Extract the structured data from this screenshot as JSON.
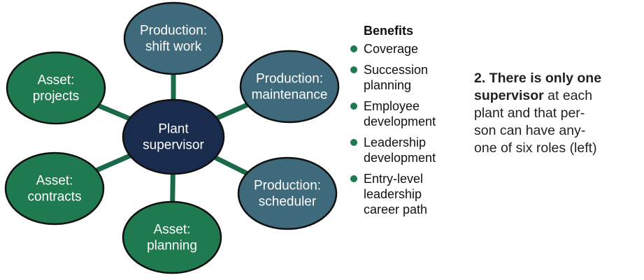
{
  "diagram": {
    "center": "Plant\nsupervisor",
    "roles": [
      {
        "id": "production-shift-work",
        "text": "Production:\nshift work",
        "color": "#3f6a7c"
      },
      {
        "id": "production-maintenance",
        "text": "Production:\nmaintenance",
        "color": "#3f6a7c"
      },
      {
        "id": "production-scheduler",
        "text": "Production:\nscheduler",
        "color": "#3f6a7c"
      },
      {
        "id": "asset-planning",
        "text": "Asset:\nplanning",
        "color": "#1f7a4f"
      },
      {
        "id": "asset-contracts",
        "text": "Asset:\ncontracts",
        "color": "#1f7a4f"
      },
      {
        "id": "asset-projects",
        "text": "Asset:\nprojects",
        "color": "#1f7a4f"
      }
    ],
    "colors": {
      "center": "#1a2c4e",
      "production": "#3f6a7c",
      "asset": "#1f7a4f",
      "connector": "#1a6a4a"
    }
  },
  "benefits": {
    "title": "Benefits",
    "items": [
      "Coverage",
      "Succession\nplanning",
      "Employee\ndevelopment",
      "Leadership\ndevelopment",
      "Entry-level\nleadership\ncareer path"
    ]
  },
  "caption": {
    "bold": "2. There is only one supervisor",
    "rest": " at each\nplant and that per-\nson can have any-\none of six roles (left)"
  }
}
